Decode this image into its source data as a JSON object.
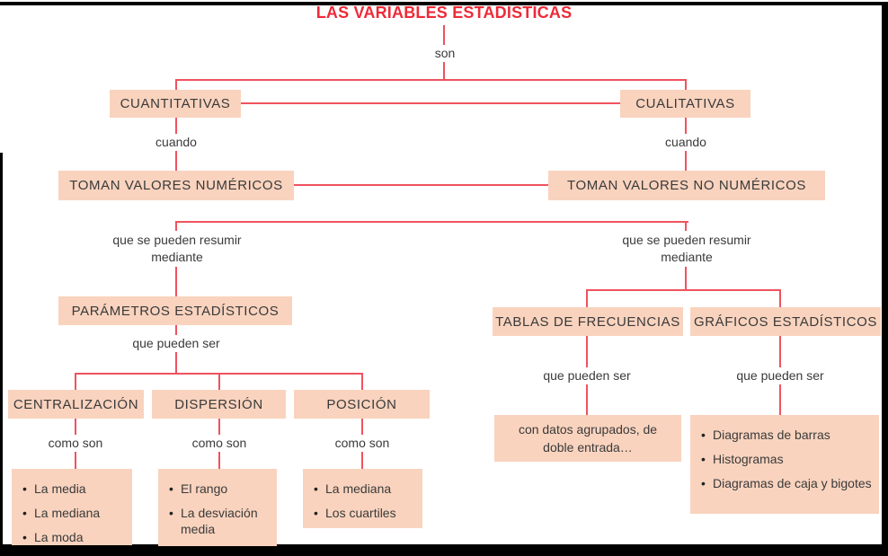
{
  "title": "LAS VARIABLES ESTADISTICAS",
  "colors": {
    "title_red": "#ee2a38",
    "connector_line": "#f0525f",
    "box_fill": "#f9d3be",
    "text": "#3a3a3a",
    "frame": "#000000"
  },
  "connectors": {
    "son": "son",
    "cuando": "cuando",
    "resumir": "que se pueden resumir mediante",
    "que_pueden_ser": "que pueden ser",
    "como_son": "como son"
  },
  "nodes": {
    "cuantitativas": "CUANTITATIVAS",
    "cualitativas": "CUALITATIVAS",
    "toman_numericos": "TOMAN VALORES NUMÉRICOS",
    "toman_no_numericos": "TOMAN VALORES NO NUMÉRICOS",
    "parametros": "PARÁMETROS ESTADÍSTICOS",
    "centralizacion": "CENTRALIZACIÓN",
    "dispersion": "DISPERSIÓN",
    "posicion": "POSICIÓN",
    "tablas": "TABLAS DE FRECUENCIAS",
    "graficos": "GRÁFICOS ESTADÍSTICOS",
    "datos_agrupados": "con datos agrupados, de doble entrada…"
  },
  "lists": {
    "centralizacion": {
      "items": [
        "La media",
        "La mediana",
        "La moda"
      ]
    },
    "dispersion": {
      "items": [
        "El rango",
        "La desviación media"
      ]
    },
    "posicion": {
      "items": [
        "La mediana",
        "Los cuartiles"
      ]
    },
    "graficos": {
      "items": [
        "Diagramas de barras",
        "Histogramas",
        "Diagramas de caja y bigotes"
      ]
    }
  }
}
